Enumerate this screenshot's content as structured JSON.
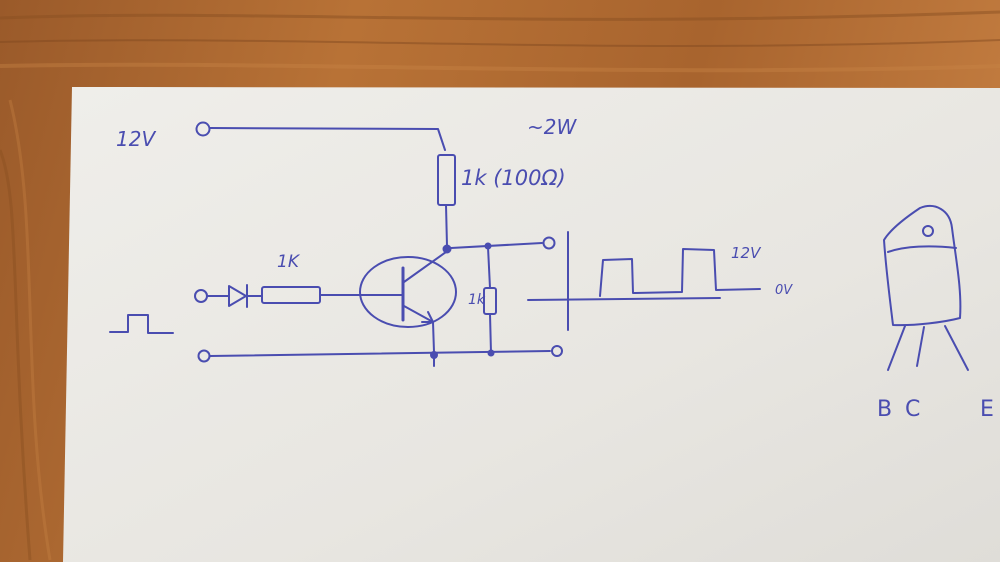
{
  "colors": {
    "wood": "#b06a33",
    "wood_dark": "#8a4f22",
    "wood_light": "#c98446",
    "paper": "#eceae6",
    "ink": "#4a4db0"
  },
  "labels": {
    "supply": "12V",
    "power_rating": "~2W",
    "collector_resistor": "1k (100Ω)",
    "base_resistor": "1K",
    "output_resistor": "1k",
    "wave_high": "12V",
    "wave_low": "0V",
    "pin_b": "B",
    "pin_c": "C",
    "pin_e": "E"
  }
}
